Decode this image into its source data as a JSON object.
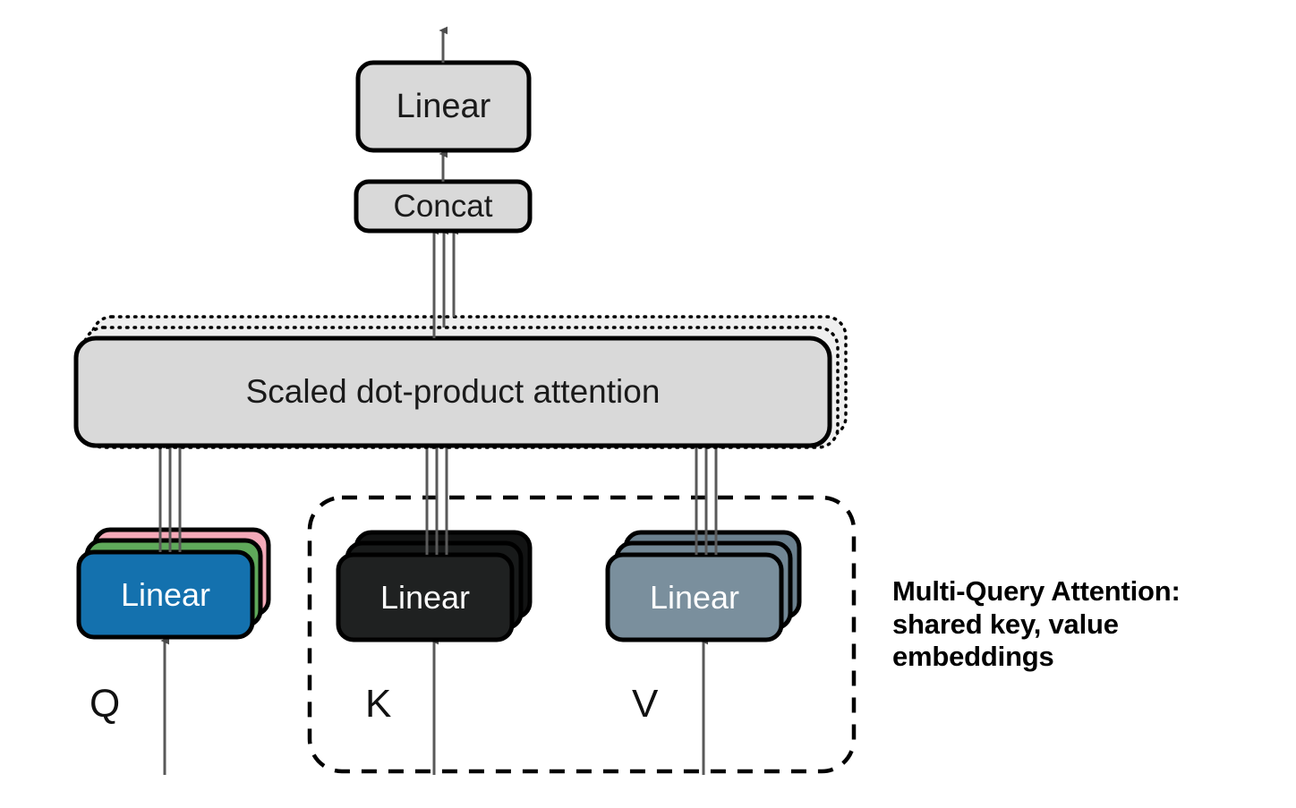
{
  "diagram": {
    "title_annotation": {
      "line1": "Multi-Query Attention:",
      "line2": "shared key, value",
      "line3": "embeddings"
    },
    "nodes": {
      "output_linear": {
        "label": "Linear"
      },
      "concat": {
        "label": "Concat"
      },
      "attention": {
        "label": "Scaled dot-product attention"
      },
      "query_linear": {
        "label": "Linear"
      },
      "key_linear": {
        "label": "Linear"
      },
      "value_linear": {
        "label": "Linear"
      }
    },
    "inputs": {
      "query": "Q",
      "key": "K",
      "value": "V"
    },
    "colors": {
      "box_gray_fill": "#d9d9d9",
      "box_stroke": "#000000",
      "query_front": "#1471ae",
      "query_mid": "#5fa95a",
      "query_back": "#f4aab9",
      "key_front": "#1f2121",
      "key_mid": "#181a1a",
      "key_back": "#121313",
      "value_front": "#7a8f9d",
      "value_mid": "#728795",
      "value_back": "#6b808e",
      "arrow": "#4d4d4d",
      "dotted_stack_fill": "#efefef",
      "dashed_group": "#000000"
    },
    "grouping": {
      "dashed_group_name": "shared-key-value-group",
      "members": [
        "K",
        "V"
      ]
    },
    "edges": [
      {
        "from": "query_linear",
        "to": "attention",
        "count": 3
      },
      {
        "from": "key_linear",
        "to": "attention",
        "count": 3
      },
      {
        "from": "value_linear",
        "to": "attention",
        "count": 3
      },
      {
        "from": "attention",
        "to": "concat",
        "count": 3
      },
      {
        "from": "concat",
        "to": "output_linear",
        "count": 1
      },
      {
        "from": "output_linear",
        "to": "output",
        "count": 1
      },
      {
        "from": "Q",
        "to": "query_linear",
        "count": 1
      },
      {
        "from": "K",
        "to": "key_linear",
        "count": 1
      },
      {
        "from": "V",
        "to": "value_linear",
        "count": 1
      }
    ]
  }
}
